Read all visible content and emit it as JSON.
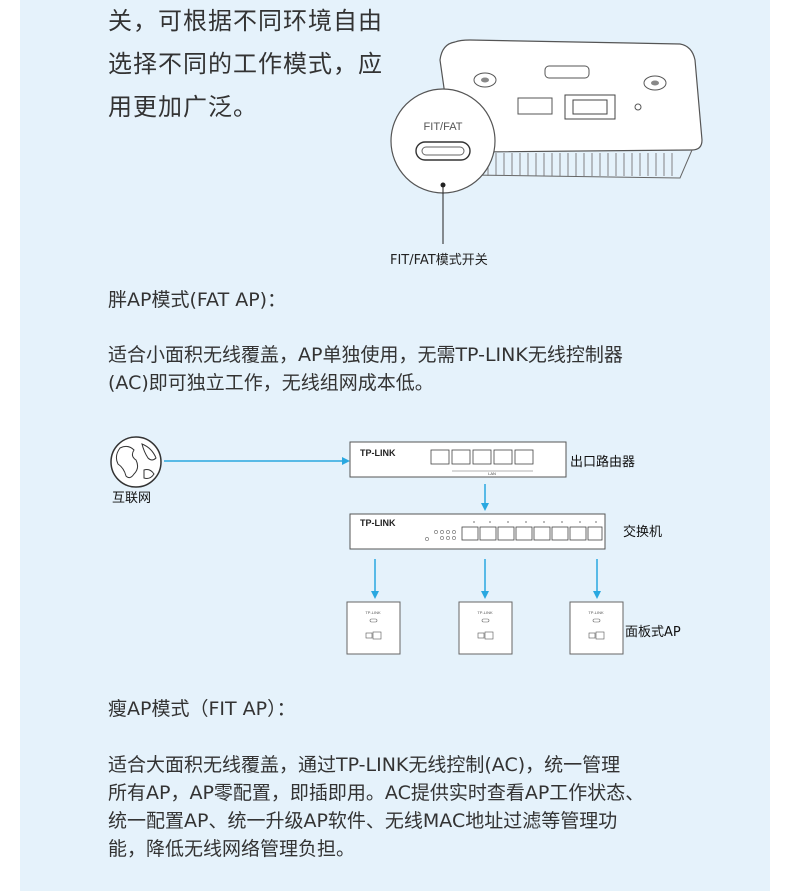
{
  "intro": {
    "lines": [
      "关，可根据不同环境自由",
      "选择不同的工作模式，应",
      "用更加广泛。"
    ]
  },
  "device": {
    "switch_label": "FIT/FAT",
    "caption": "FIT/FAT模式开关"
  },
  "fat": {
    "title": "胖AP模式(FAT AP)：",
    "desc_lines": [
      "适合小面积无线覆盖，AP单独使用，无需TP-LINK无线控制器",
      "(AC)即可独立工作，无线组网成本低。"
    ]
  },
  "diagram": {
    "internet_label": "互联网",
    "router_brand": "TP-LINK",
    "router_label": "出口路由器",
    "router_port_label": "LAN",
    "switch_brand": "TP-LINK",
    "switch_label": "交换机",
    "ap_label": "面板式AP",
    "ap_brand": "TP-LINK",
    "arrow_color": "#29a8e0"
  },
  "fit": {
    "title": "瘦AP模式（FIT AP）：",
    "desc_lines": [
      "适合大面积无线覆盖，通过TP-LINK无线控制(AC)，统一管理",
      "所有AP，AP零配置，即插即用。AC提供实时查看AP工作状态、",
      "统一配置AP、统一升级AP软件、无线MAC地址过滤等管理功",
      "能，降低无线网络管理负担。"
    ]
  }
}
